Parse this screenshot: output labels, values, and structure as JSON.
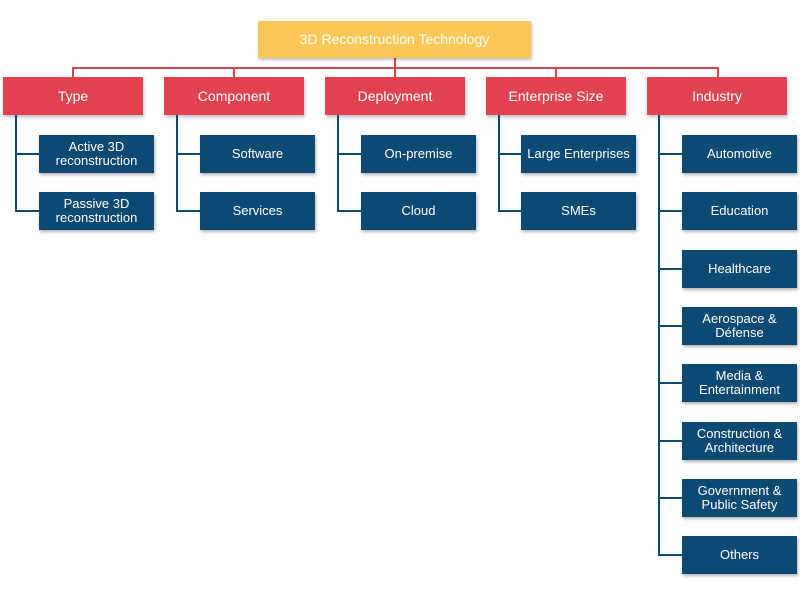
{
  "root": {
    "label": "3D Reconstruction Technology"
  },
  "colors": {
    "root": "#fcc757",
    "category": "#e0434f",
    "leaf": "#0c4a74",
    "connector_top": "#d9434f",
    "connector_branch": "#0c4a74",
    "text": "#ffffff"
  },
  "categories": [
    {
      "label": "Type",
      "items": [
        "Active 3D\nreconstruction",
        "Passive 3D\nreconstruction"
      ]
    },
    {
      "label": "Component",
      "items": [
        "Software",
        "Services"
      ]
    },
    {
      "label": "Deployment",
      "items": [
        "On-premise",
        "Cloud"
      ]
    },
    {
      "label": "Enterprise Size",
      "items": [
        "Large Enterprises",
        "SMEs"
      ]
    },
    {
      "label": "Industry",
      "items": [
        "Automotive",
        "Education",
        "Healthcare",
        "Aerospace &\nDéfense",
        "Media &\nEntertainment",
        "Construction &\nArchitecture",
        "Government &\nPublic Safety",
        "Others"
      ]
    }
  ]
}
